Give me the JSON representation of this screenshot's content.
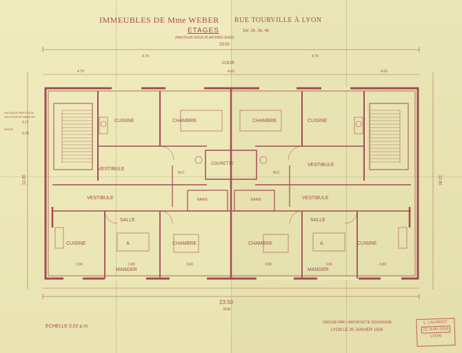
{
  "title": {
    "line1": "IMMEUBLES DE Mme WEBER",
    "line2": "RUE TOURVILLE À LYON",
    "floor": "ETAGES",
    "floors_note": "1er, 2e, 3e, 4e",
    "height_note": "(HAUTEUR SOUS PLAFONDS 3m00)"
  },
  "dimensions": {
    "overall_top": "23.50",
    "overall_bottom": "23.50",
    "right_side": "12.40",
    "left_side": "12.40",
    "top_row": [
      "4.70",
      "4.70",
      "4.60",
      "4.70",
      "4.60"
    ],
    "bottom_row": [
      "3.90",
      "3.80",
      "3.60",
      "3.90",
      "3.90",
      "3.80"
    ]
  },
  "street": {
    "top": "COUR",
    "bottom": "RUE"
  },
  "rooms": {
    "cuisine_1": "CUISINE",
    "chambre_1": "CHAMBRE",
    "chambre_2": "CHAMBRE",
    "cuisine_2": "CUISINE",
    "vestibule_1": "VESTIBULE",
    "courette": "COURETTE",
    "vestibule_2": "VESTIBULE",
    "vestibule_3": "VESTIBULE",
    "vestibule_4": "VESTIBULE",
    "bains_1": "BAINS",
    "bains_2": "BAINS",
    "wc_1": "W.C.",
    "wc_2": "W.C.",
    "salle_1": "SALLE",
    "salle_2": "SALLE",
    "a_1": "A",
    "a_2": "A",
    "manger_1": "MANGER",
    "manger_2": "MANGER",
    "cuisine_3": "CUISINE",
    "chambre_3": "CHAMBRE",
    "chambre_4": "CHAMBRE",
    "cuisine_4": "CUISINE"
  },
  "left_notes": {
    "line1": "ESCALIER PAR ETAGE",
    "line2": "HAUTEUR DE MARCHE",
    "line3": "0.17",
    "line4": "GIRON",
    "line5": "0.28"
  },
  "scale": "ECHELLE 0.02 p.m.",
  "architect": {
    "line1": "DRESSÉ PAR L'ARCHITECTE SOUSSIGNÉ",
    "line2": "LYON LE 20 JANVIER 1934"
  },
  "stamp": {
    "line1": "L. LAURENT",
    "line2": "22 JUIN 1934",
    "line3": "LYON"
  },
  "colors": {
    "paper": "#ece7b4",
    "ink": "#a24a52",
    "stamp": "#c25a5a"
  }
}
